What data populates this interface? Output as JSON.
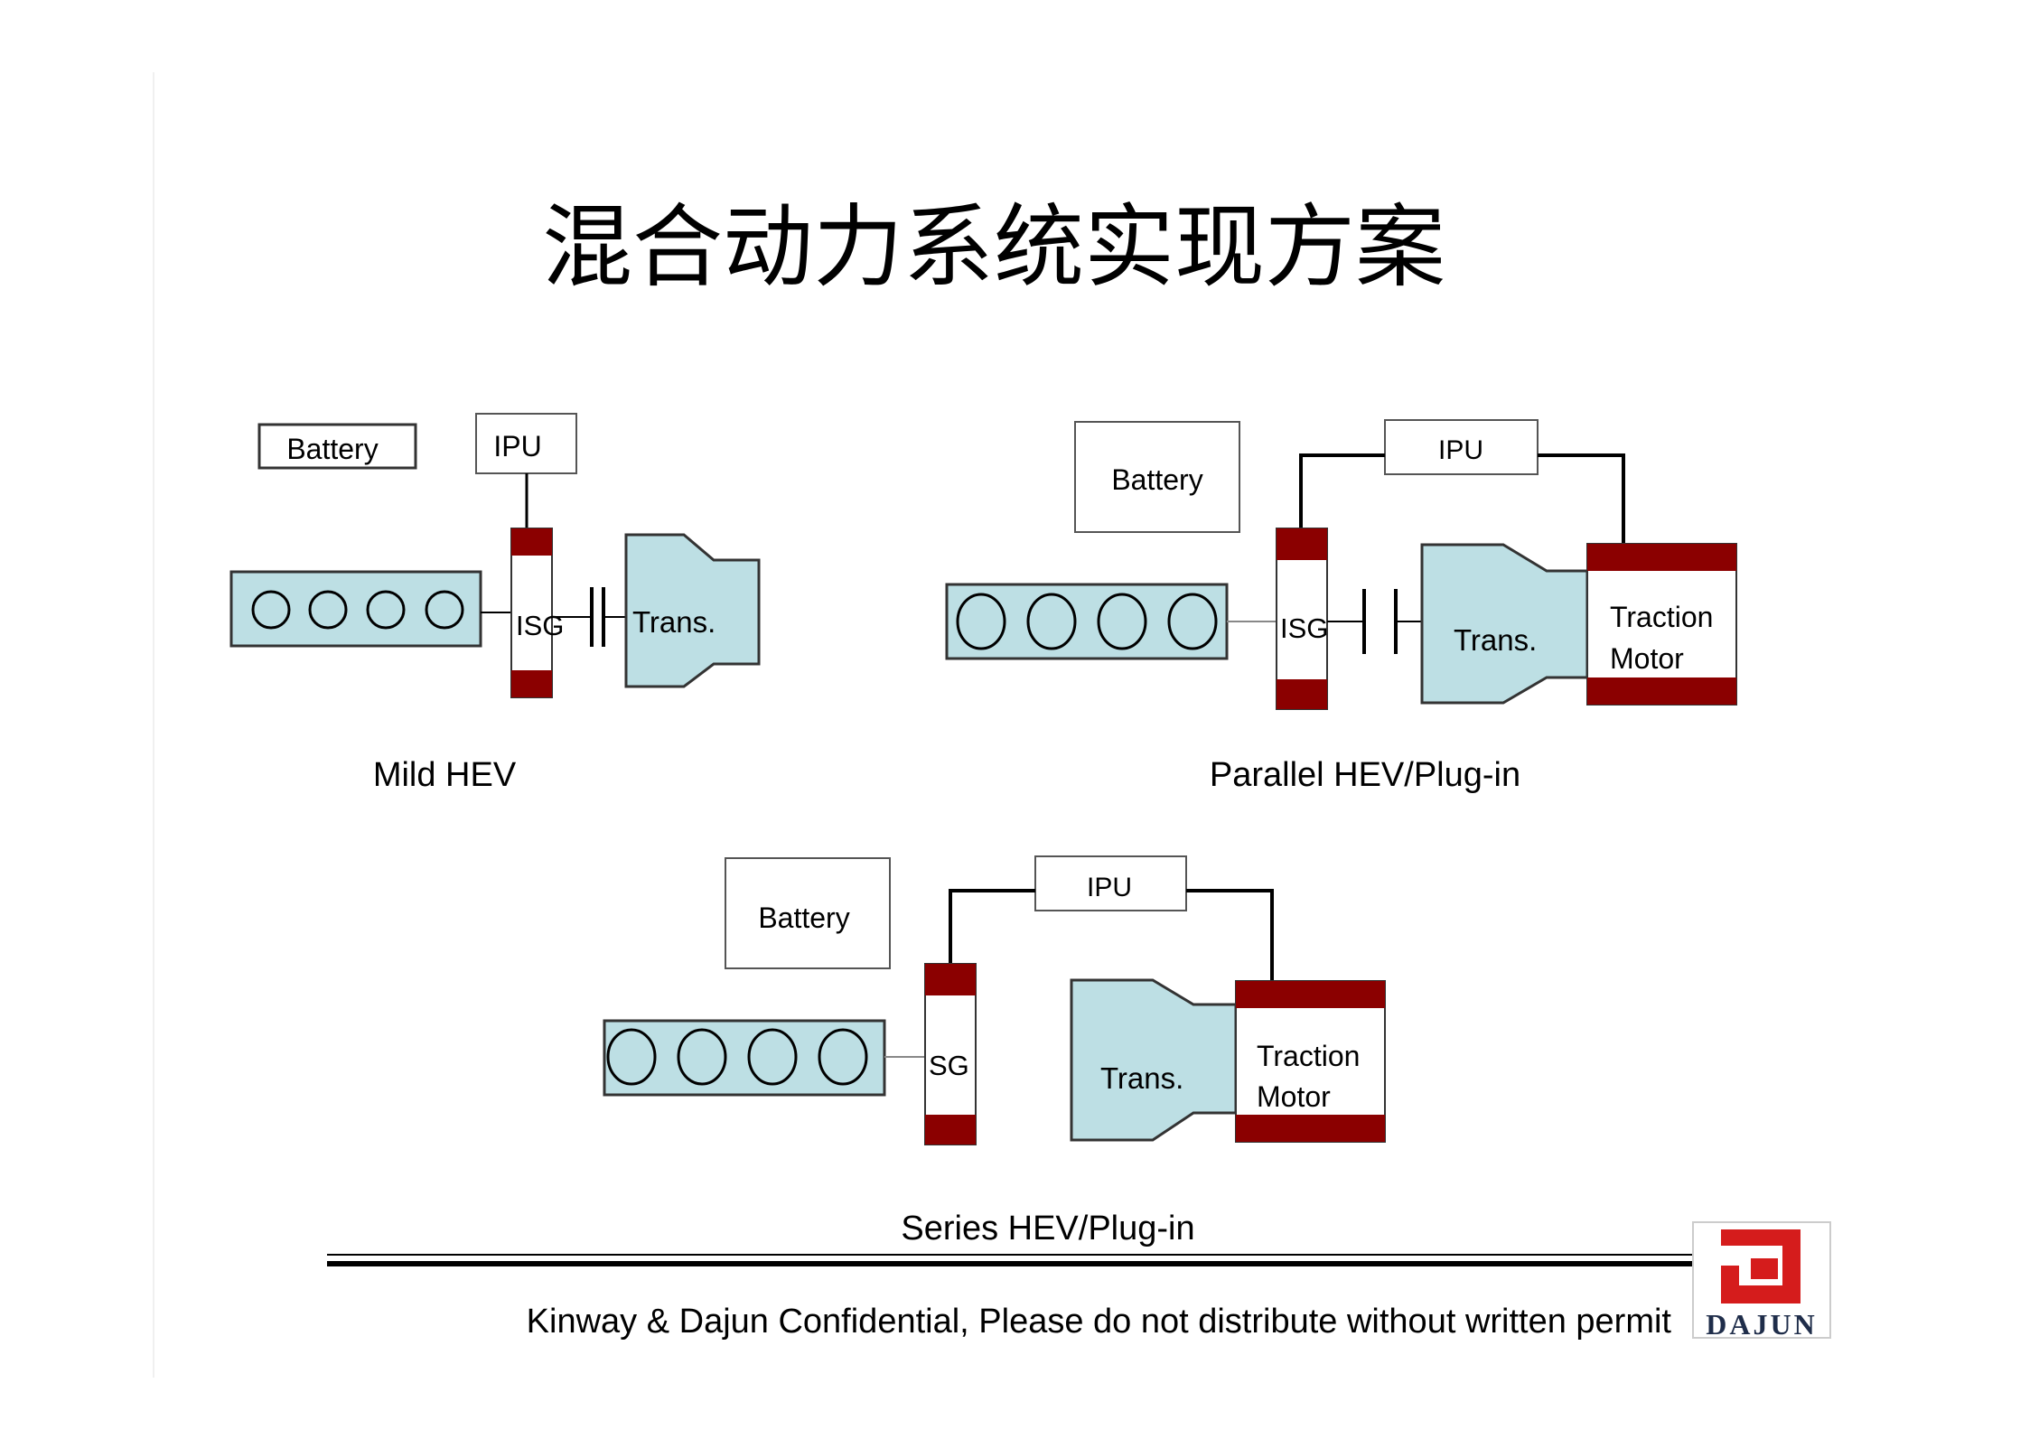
{
  "title": "混合动力系统实现方案",
  "colors": {
    "component_fill": "#bddfe4",
    "rotor_red": "#8b0000",
    "line": "#000000",
    "box_border": "#555555",
    "logo_red": "#d51c1c"
  },
  "diagrams": {
    "mild": {
      "caption": "Mild HEV",
      "battery": "Battery",
      "ipu": "IPU",
      "isg": "ISG",
      "trans": "Trans."
    },
    "parallel": {
      "caption": "Parallel HEV/Plug-in",
      "battery": "Battery",
      "ipu": "IPU",
      "isg": "ISG",
      "trans": "Trans.",
      "motor_line1": "Traction",
      "motor_line2": "Motor"
    },
    "series": {
      "caption": "Series HEV/Plug-in",
      "battery": "Battery",
      "ipu": "IPU",
      "sg": "SG",
      "trans": "Trans.",
      "motor_line1": "Traction",
      "motor_line2": "Motor"
    }
  },
  "footer": {
    "text": "Kinway & Dajun Confidential, Please do not distribute without written permit",
    "logo_text": "DAJUN"
  }
}
